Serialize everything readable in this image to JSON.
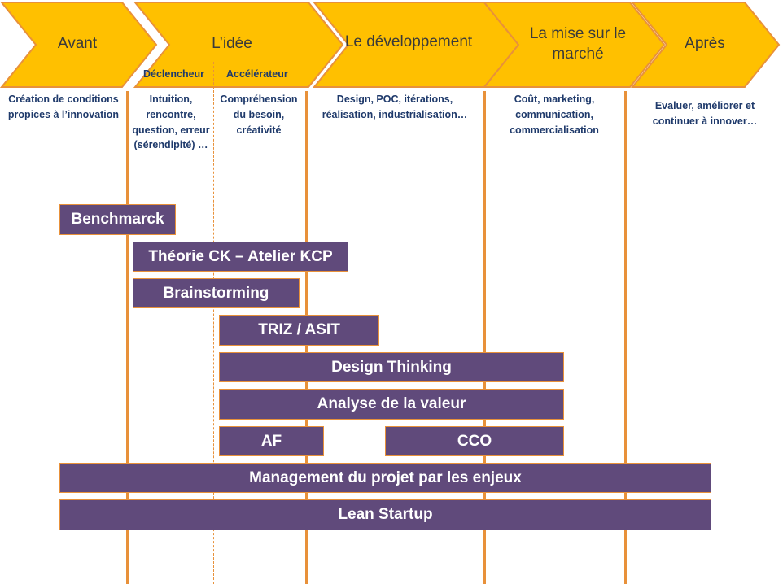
{
  "colors": {
    "phase_fill": "#FFC000",
    "phase_border": "#E8913A",
    "timeline_line": "#E8913A",
    "bar_fill": "#604A7B",
    "bar_border": "#E8913A",
    "bar_text": "#FFFFFF",
    "description_text": "#1F3A6B"
  },
  "phases": [
    {
      "label": "Avant",
      "description": "Création de conditions propices à l’innovation"
    },
    {
      "label": "L’idée",
      "description": ""
    },
    {
      "label": "Le développement",
      "description": "Design, POC, itérations, réalisation, industrialisation…"
    },
    {
      "label": "La mise sur le marché",
      "description": "Coût, marketing, communication, commercialisation"
    },
    {
      "label": "Après",
      "description": "Evaluer, améliorer et continuer à innover…"
    }
  ],
  "idea_subphases": [
    {
      "label": "Déclencheur",
      "description": "Intuition, rencontre, question, erreur (sérendipité) …"
    },
    {
      "label": "Accélérateur",
      "description": "Compréhension du besoin, créativité"
    }
  ],
  "methods": [
    {
      "label": "Benchmarck"
    },
    {
      "label": "Théorie CK – Atelier KCP"
    },
    {
      "label": "Brainstorming"
    },
    {
      "label": "TRIZ / ASIT"
    },
    {
      "label": "Design Thinking"
    },
    {
      "label": "Analyse de la valeur"
    },
    {
      "label": "AF"
    },
    {
      "label": "CCO"
    },
    {
      "label": "Management du projet par les enjeux"
    },
    {
      "label": "Lean Startup"
    }
  ]
}
